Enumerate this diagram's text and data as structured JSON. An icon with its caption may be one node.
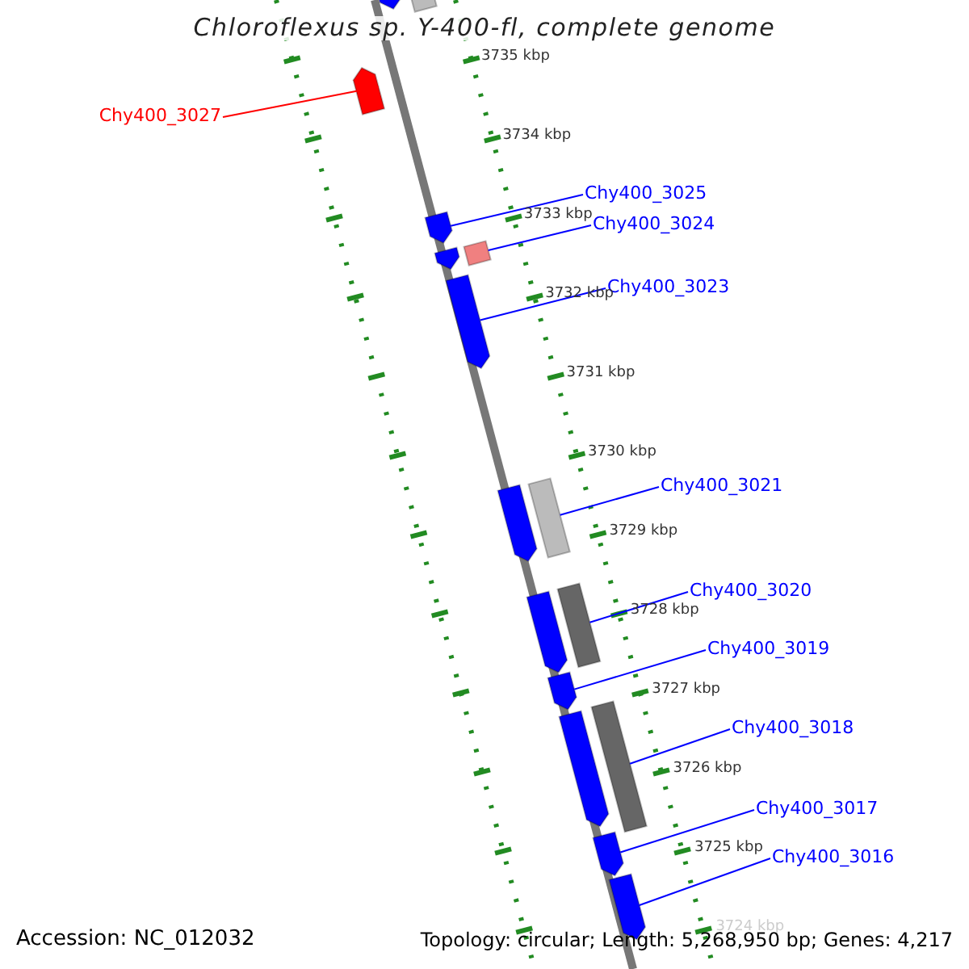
{
  "diagram": {
    "title": "Chloroflexus sp. Y-400-fl, complete genome",
    "nodes": [
      {
        "text": [
          "Chy400_3027"
        ]
      },
      {
        "text": [
          "Chy400_3025"
        ]
      },
      {
        "text": [
          "Chy400_3024"
        ]
      },
      {
        "text": [
          "Chy400_3023"
        ]
      },
      {
        "text": [
          "Chy400_3021"
        ]
      },
      {
        "text": [
          "Chy400_3020"
        ]
      },
      {
        "text": [
          "Chy400_3019"
        ]
      },
      {
        "text": [
          "Chy400_3018"
        ]
      },
      {
        "text": [
          "Chy400_3017"
        ]
      },
      {
        "text": [
          "Chy400_3016"
        ]
      },
      {
        "text": [],
        "shape": "arrow"
      },
      {
        "text": [],
        "shape": "bar"
      },
      {
        "text": [],
        "shape": "arrow"
      },
      {
        "text": [],
        "shape": "arrow"
      },
      {
        "text": [],
        "shape": "arrow"
      },
      {
        "text": [],
        "shape": "bar"
      },
      {
        "text": [],
        "shape": "arrow"
      },
      {
        "text": [],
        "shape": "arrow"
      },
      {
        "text": [],
        "shape": "bar"
      },
      {
        "text": [],
        "shape": "arrow"
      },
      {
        "text": [],
        "shape": "bar"
      },
      {
        "text": [],
        "shape": "arrow"
      },
      {
        "text": [],
        "shape": "arrow"
      },
      {
        "text": [],
        "shape": "bar"
      },
      {
        "text": [],
        "shape": "arrow"
      },
      {
        "text": [],
        "shape": "arrow"
      }
    ],
    "edges": [
      {
        "from": 0,
        "to": 12,
        "arrow": "none",
        "color": "#ff0000"
      },
      {
        "from": 1,
        "to": 13,
        "arrow": "none"
      },
      {
        "from": 2,
        "to": 15,
        "arrow": "none"
      },
      {
        "from": 3,
        "to": 16,
        "arrow": "none"
      },
      {
        "from": 4,
        "to": 18,
        "arrow": "none"
      },
      {
        "from": 5,
        "to": 20,
        "arrow": "none"
      },
      {
        "from": 6,
        "to": 21,
        "arrow": "none"
      },
      {
        "from": 7,
        "to": 23,
        "arrow": "none"
      },
      {
        "from": 8,
        "to": 24,
        "arrow": "none"
      },
      {
        "from": 9,
        "to": 25,
        "arrow": "none"
      }
    ],
    "labels": [
      "3735 kbp",
      "3734 kbp",
      "3733 kbp",
      "3732 kbp",
      "3731 kbp",
      "3730 kbp",
      "3729 kbp",
      "3728 kbp",
      "3727 kbp",
      "3726 kbp",
      "3725 kbp",
      "3724 kbp",
      "Accession: NC_012032",
      "Topology: circular; Length: 5,268,950 bp; Genes: 4,217"
    ]
  }
}
